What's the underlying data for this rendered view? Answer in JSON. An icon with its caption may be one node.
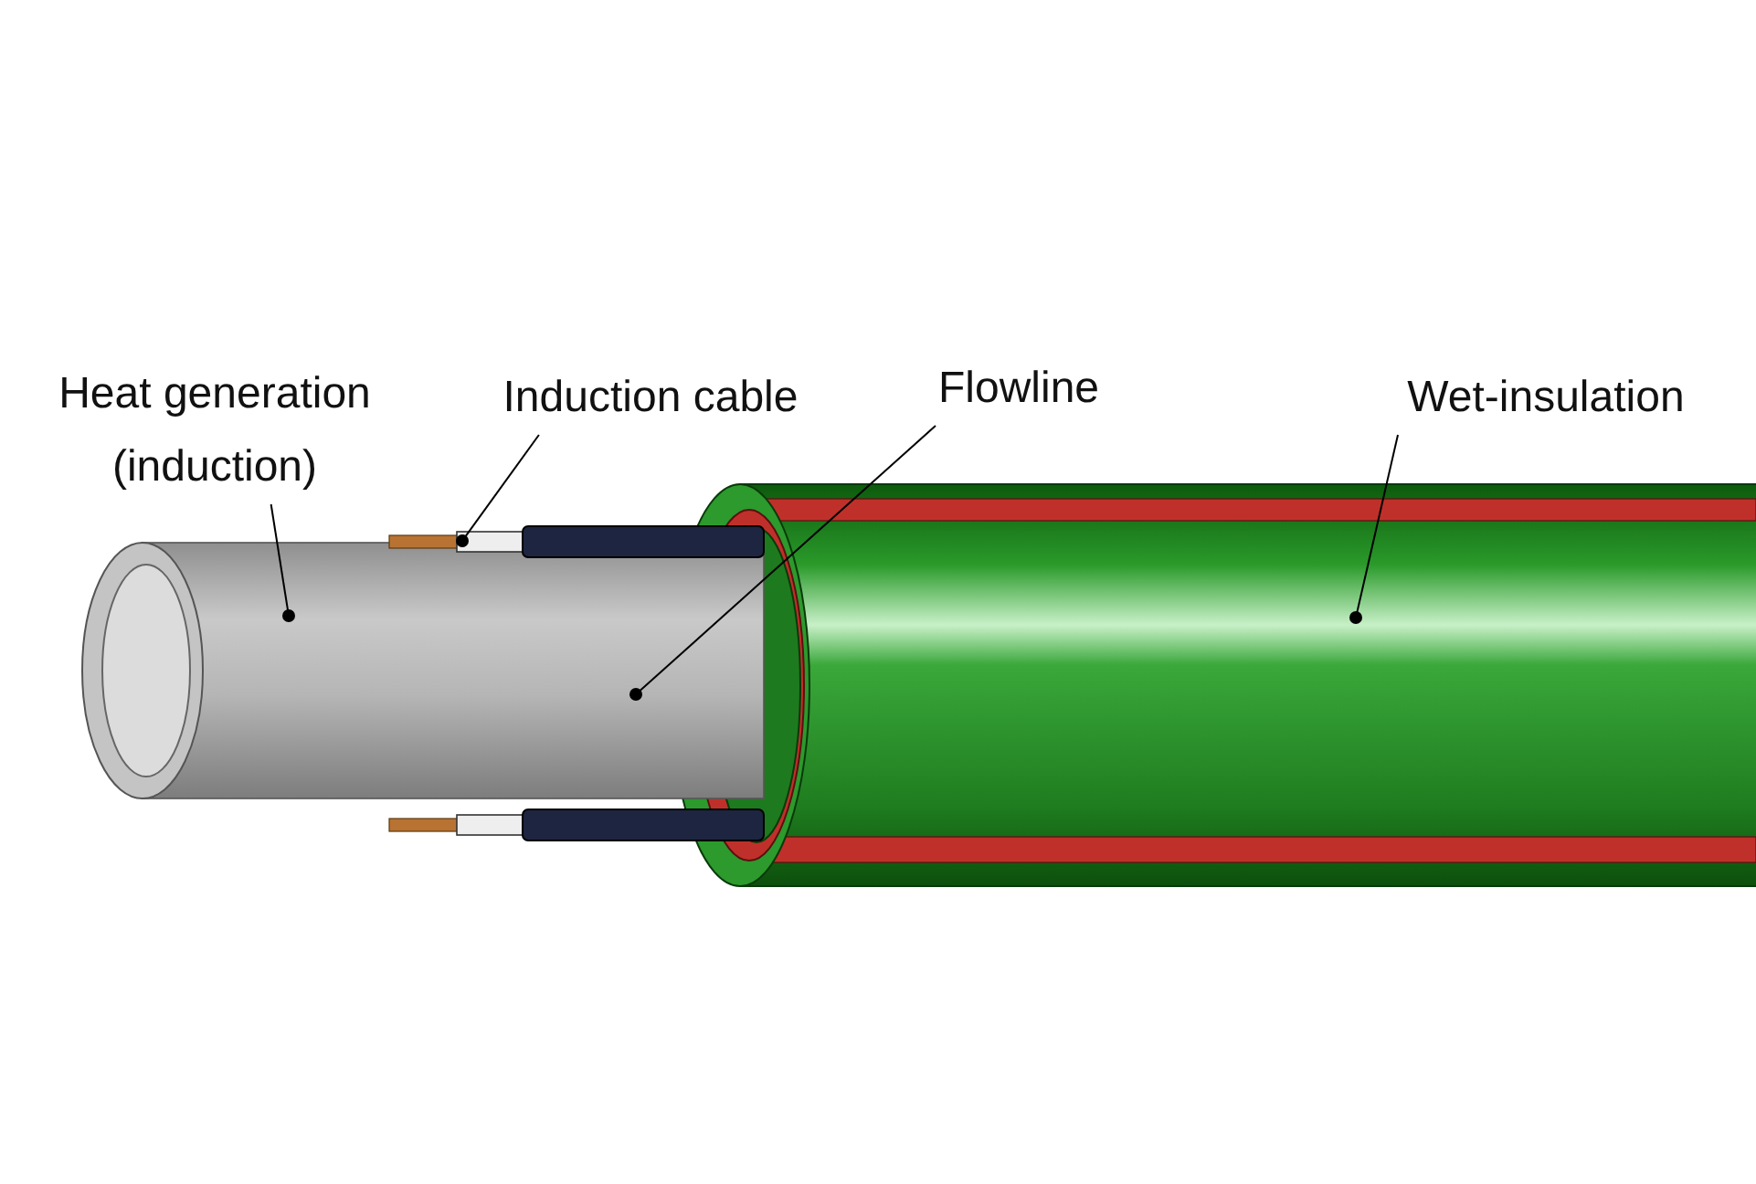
{
  "diagram": {
    "nodes": [
      {
        "text": [
          "Heat generation (induction)"
        ]
      },
      {
        "text": [
          "Induction cable"
        ]
      },
      {
        "text": [
          "Flowline"
        ]
      },
      {
        "text": [
          "Wet-insulation"
        ]
      }
    ],
    "edges": [
      {
        "from": 0,
        "to": null,
        "arrow": "other"
      },
      {
        "from": 1,
        "to": null,
        "arrow": "other"
      },
      {
        "from": 2,
        "to": null,
        "arrow": "other"
      },
      {
        "from": 3,
        "to": null,
        "arrow": "other"
      }
    ]
  }
}
